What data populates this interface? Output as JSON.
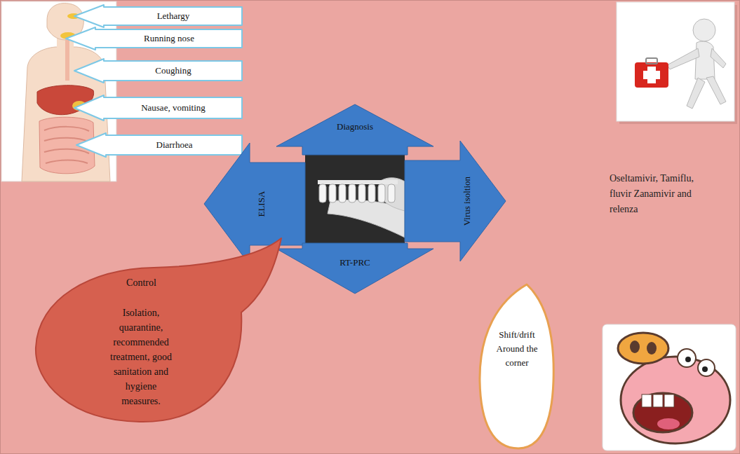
{
  "diagram": {
    "nodes": [
      {
        "text": [
          "Lethargy"
        ]
      },
      {
        "text": [
          "Running nose"
        ]
      },
      {
        "text": [
          "Coughing"
        ]
      },
      {
        "text": [
          "Nausae, vomiting"
        ]
      },
      {
        "text": [
          "Diarrhoea"
        ]
      },
      {
        "text": [
          "Diagnosis"
        ]
      },
      {
        "text": [
          "ELISA"
        ]
      },
      {
        "text": [
          "Virus isoltion"
        ]
      },
      {
        "text": [
          "RT-PRC"
        ]
      },
      {
        "text": [
          "Control",
          "Isolation, quarantine, recommended treatment, good sanitation and hygiene measures."
        ]
      },
      {
        "text": [
          "Shift/drift Around the corner"
        ]
      }
    ],
    "labels": [
      "Oseltamivir, Tamiflu, fluvir Zanamivir and relenza"
    ]
  }
}
